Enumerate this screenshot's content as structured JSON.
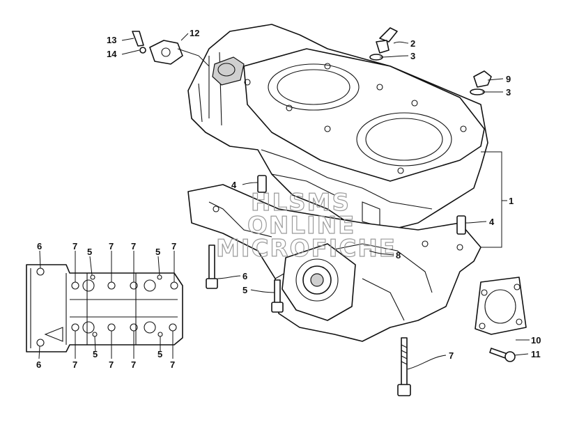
{
  "watermark": {
    "lines": [
      "HLSMS",
      "ONLINE",
      "MICROFICHE"
    ]
  },
  "callouts": {
    "c1": "1",
    "c2": "2",
    "c3a": "3",
    "c3b": "3",
    "c4a": "4",
    "c4b": "4",
    "c5a": "5",
    "c6a": "6",
    "c7a": "7",
    "c8": "8",
    "c9": "9",
    "c10": "10",
    "c11": "11",
    "c12": "12",
    "c13": "13",
    "c14": "14"
  },
  "inset": {
    "top_labels": [
      "6",
      "7",
      "5",
      "7",
      "7",
      "5",
      "7"
    ],
    "bottom_labels": [
      "6",
      "7",
      "5",
      "7",
      "7",
      "5",
      "7"
    ]
  }
}
